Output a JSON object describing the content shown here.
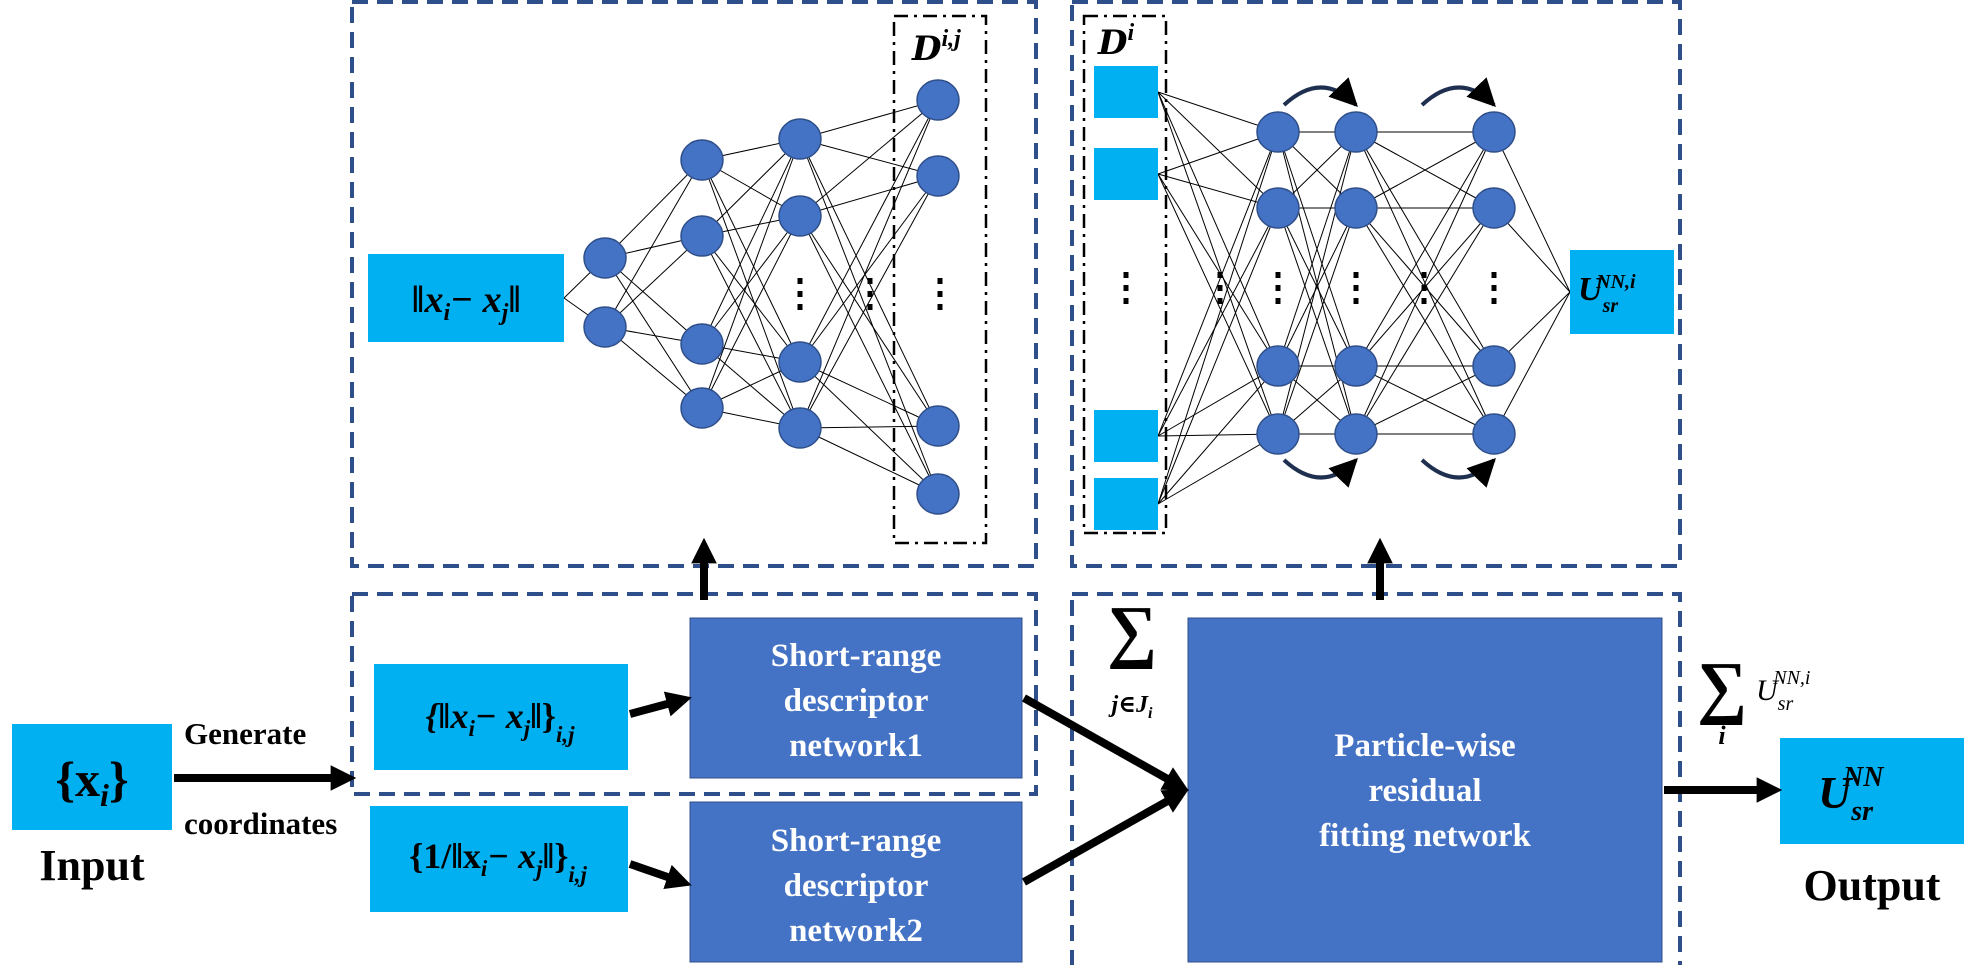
{
  "labels": {
    "input": "Input",
    "output": "Output",
    "generate": "Generate",
    "coordinates": "coordinates",
    "desc1": [
      "Short-range",
      "descriptor",
      "network1"
    ],
    "desc2": [
      "Short-range",
      "descriptor",
      "network2"
    ],
    "fitting": [
      "Particle-wise",
      "residual",
      "fitting network"
    ]
  },
  "math": {
    "input_set": "{x",
    "input_sub": "i",
    "input_close": "}",
    "distance": "‖x",
    "distance_sub_i": "i",
    "distance_minus": "− x",
    "distance_sub_j": "j",
    "distance_close": "‖",
    "set_distance": "{‖x",
    "set_distance_close": "‖}",
    "set_sub": "i,j",
    "set_inverse": "{1/‖x",
    "D_ij": "D",
    "D_ij_sup": "i,j",
    "D_i": "D",
    "D_i_sup": "i",
    "sum_symbol": "∑",
    "sum_sub": "j∈J",
    "sum_sub_i": "i",
    "U": "U",
    "U_sub": "sr",
    "U_sup_i": "NN,i",
    "U_sup": "NN",
    "sum_i_sub": "i"
  },
  "colors": {
    "cyan": "#00b0f0",
    "blue": "#4472c4",
    "node": "#4472c4",
    "dash": "#2f4f8a"
  }
}
